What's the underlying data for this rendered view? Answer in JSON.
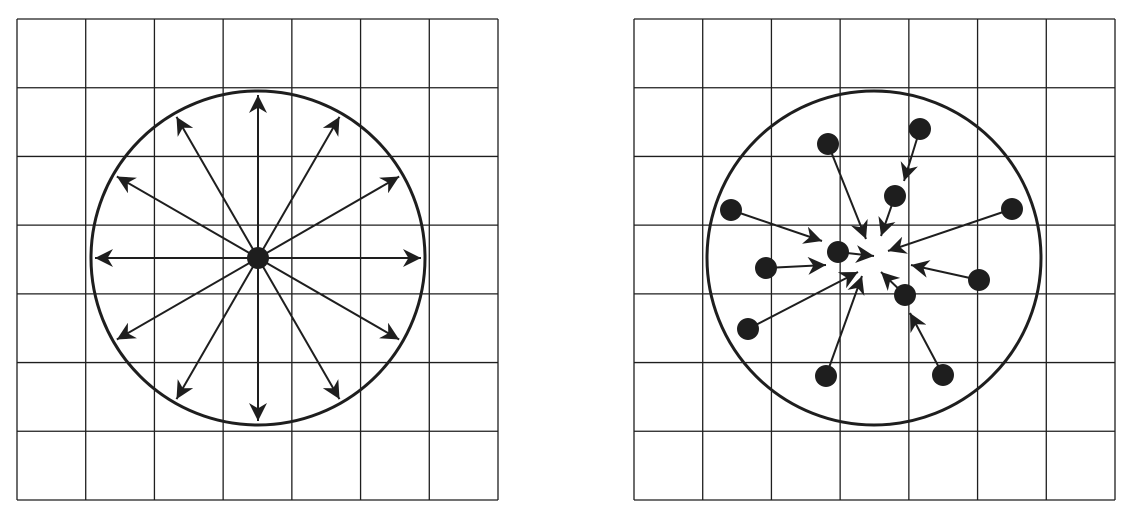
{
  "colors": {
    "background": "#ffffff",
    "ink": "#1e1e1e"
  },
  "panels": [
    {
      "id": "dispersal",
      "grid": {
        "rows": 7,
        "cols": 7
      },
      "center_marker": "filled-dot",
      "arrow_directions_deg": [
        0,
        30,
        60,
        90,
        120,
        150,
        180,
        210,
        240,
        270,
        300,
        330
      ],
      "arrow_style": "outward"
    },
    {
      "id": "convergence",
      "grid": {
        "rows": 7,
        "cols": 7
      },
      "dot_count": 12,
      "arrow_style": "inward"
    }
  ]
}
